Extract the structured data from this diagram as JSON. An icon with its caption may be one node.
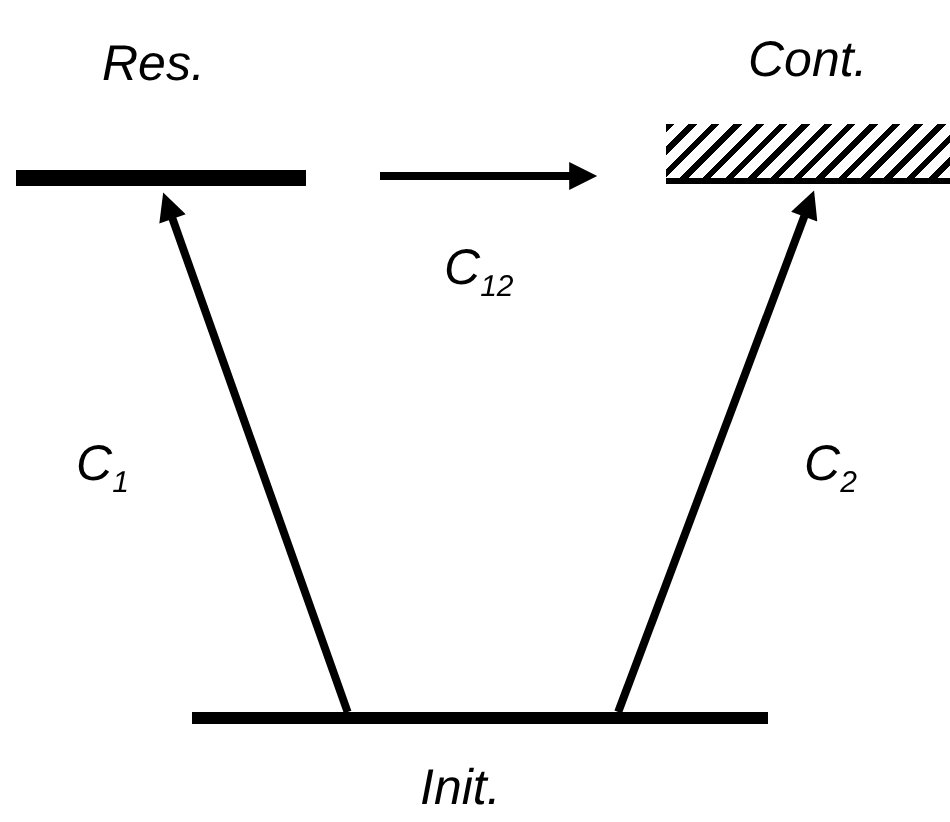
{
  "diagram": {
    "nodes": [
      {
        "text": [
          "Res."
        ]
      },
      {
        "text": [
          "Cont."
        ]
      },
      {
        "text": [
          "Init."
        ]
      }
    ],
    "edges": [
      {
        "from": 2,
        "to": 0,
        "arrow": "to",
        "label": "C$_{1}$"
      },
      {
        "from": 2,
        "to": 1,
        "arrow": "to",
        "label": "C$_{2}$"
      },
      {
        "from": 0,
        "to": 1,
        "arrow": "to",
        "label": "C$_{12}$"
      }
    ]
  }
}
